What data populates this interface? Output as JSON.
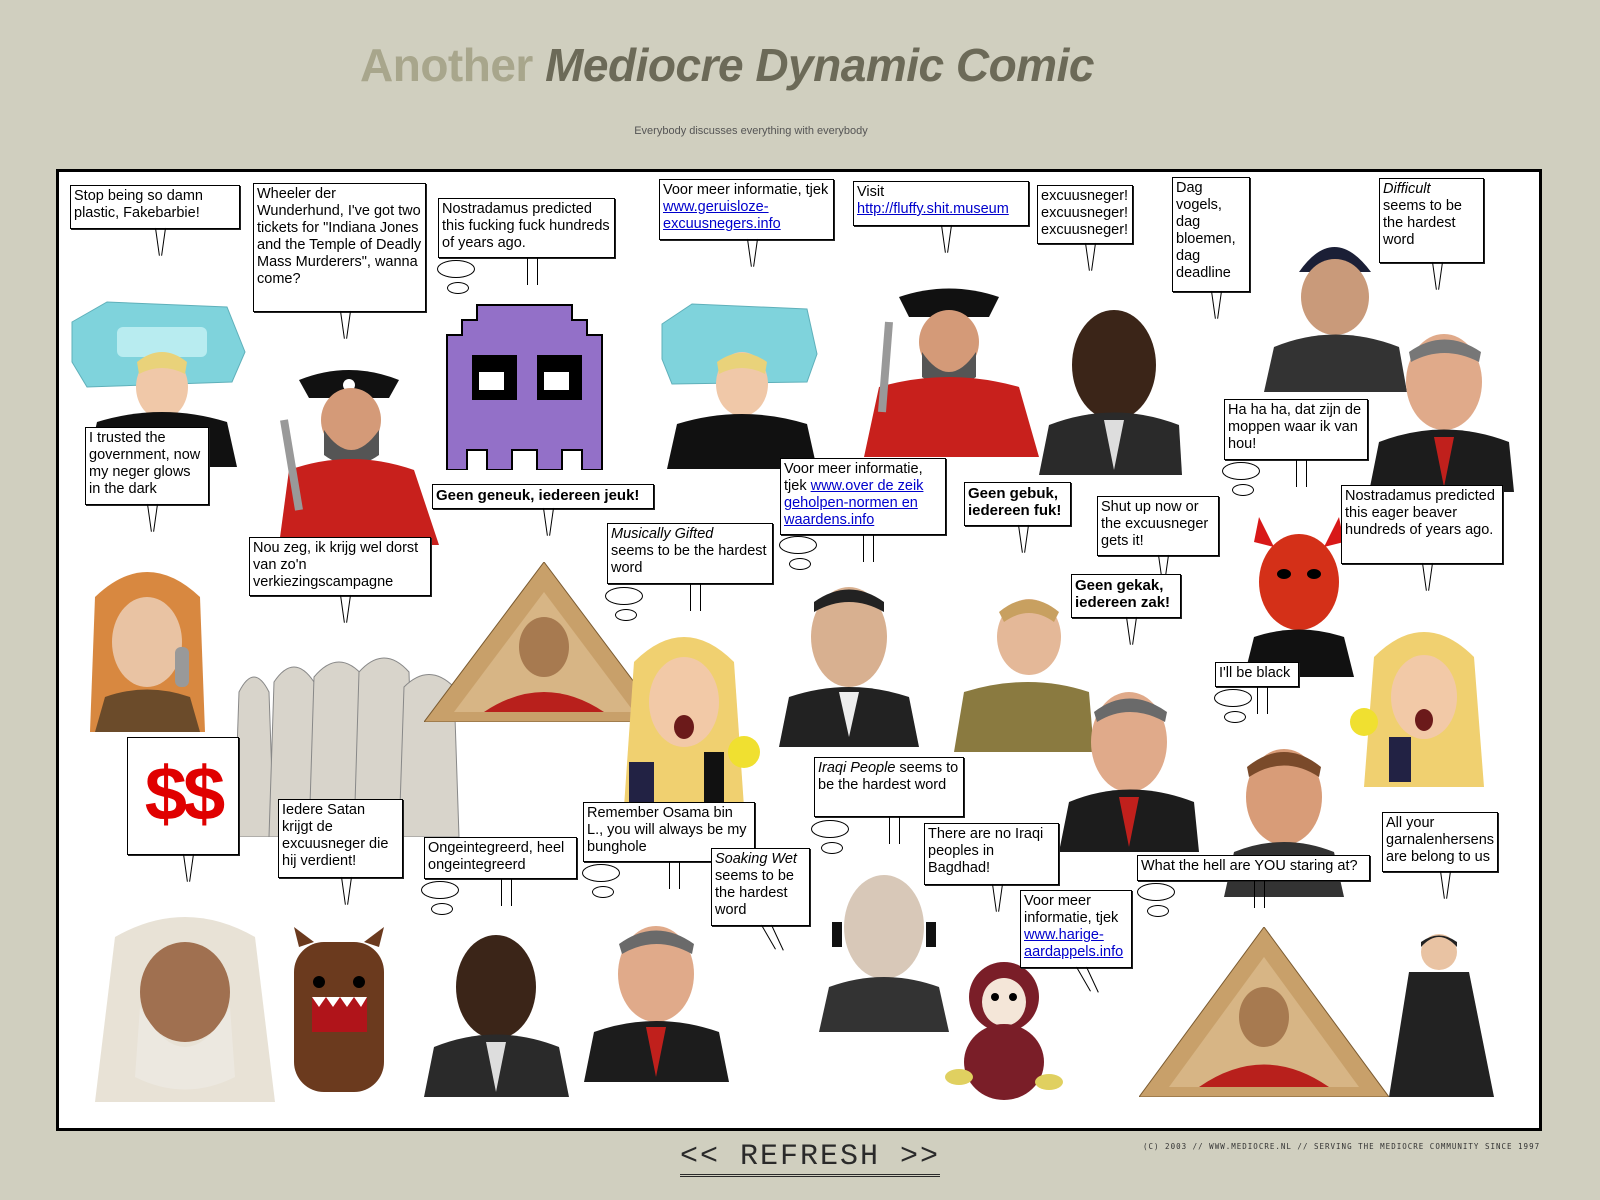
{
  "header": {
    "title_prefix": "Another",
    "title_main": "Mediocre Dynamic Comic",
    "subtitle": "Everybody discusses everything with everybody"
  },
  "bubbles": {
    "b1": "Stop being so damn plastic, Fakebarbie!",
    "b2": "Wheeler der Wunderhund, I've got two tickets for \"Indiana Jones and the Temple of Deadly Mass Murderers\", wanna come?",
    "b3": "Nostradamus predicted this fucking fuck hundreds of years ago.",
    "b4_text": "Voor meer informatie, tjek",
    "b4_link": "www.geruisloze-excuusnegers.info",
    "b5_text": "Visit",
    "b5_link": "http://fluffy.shit.museum",
    "b6": "excuusneger! excuusneger! excuusneger!",
    "b7": "Dag vogels, dag bloemen, dag deadline",
    "b8_italic": "Difficult",
    "b8_text": "seems to be the hardest word",
    "b9": "I trusted the government, now my neger glows in the dark",
    "b10": "Geen geneuk, iedereen jeuk!",
    "b11_text": "Voor meer informatie, tjek",
    "b11_link": "www.over de zeik geholpen-normen en waardens.info",
    "b12": "Geen gebuk, iedereen fuk!",
    "b13": "Shut up now or the excuusneger gets it!",
    "b14": "Ha ha ha, dat zijn de moppen waar ik van hou!",
    "b15": "Nostradamus predicted this eager beaver hundreds of years ago.",
    "b16": "Nou zeg, ik krijg wel dorst van zo'n verkiezingscampagne",
    "b17_italic": "Musically Gifted",
    "b17_text": "seems to be the hardest word",
    "b18": "Geen gekak, iedereen zak!",
    "b19": "I'll be black",
    "b20": "Iedere Satan krijgt de excuusneger die hij verdient!",
    "b21": "Ongeintegreerd, heel ongeintegreerd",
    "b22": "Remember Osama bin L., you will always be my bunghole",
    "b23_italic": "Soaking Wet",
    "b23_text": "seems to be the hardest word",
    "b24_italic": "Iraqi People",
    "b24_text": "seems to be the hardest word",
    "b25": "There are no Iraqi peoples in Bagdhad!",
    "b26_text": "Voor meer informatie, tjek",
    "b26_link": "www.harige-aardappels.info",
    "b27": "What the hell are YOU staring at?",
    "b28": "All your garnalenhersens are belong to us"
  },
  "dollar_sign": "$$",
  "refresh_label": "<< REFRESH >>",
  "copyright": "(c) 2003 // www.mediocre.nl // serving the mediocre community since 1997",
  "colors": {
    "background": "#d0cfbf",
    "ghost": "#9370c8",
    "dollar": "#e00000",
    "link": "#0000cc"
  }
}
